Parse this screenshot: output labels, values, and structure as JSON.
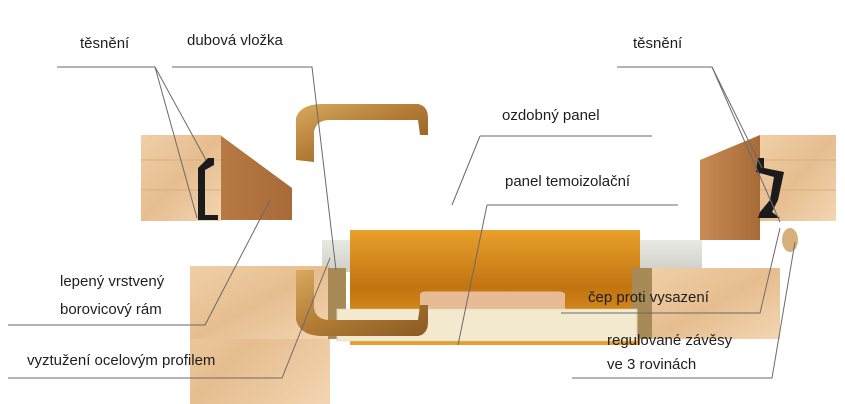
{
  "diagram": {
    "labels": {
      "seal_left": "těsnění",
      "oak_insert": "dubová vložka",
      "decorative_panel": "ozdobný panel",
      "thermal_panel": "panel temoizolační",
      "seal_right": "těsnění",
      "frame_line1": "lepený vrstvený",
      "frame_line2": "borovicový rám",
      "steel_reinforcement": "vyztužení ocelovým profilem",
      "anti_lift_pin": "čep proti vysazení",
      "hinges_line1": "regulované závěsy",
      "hinges_line2": "ve 3 rovinách"
    }
  }
}
